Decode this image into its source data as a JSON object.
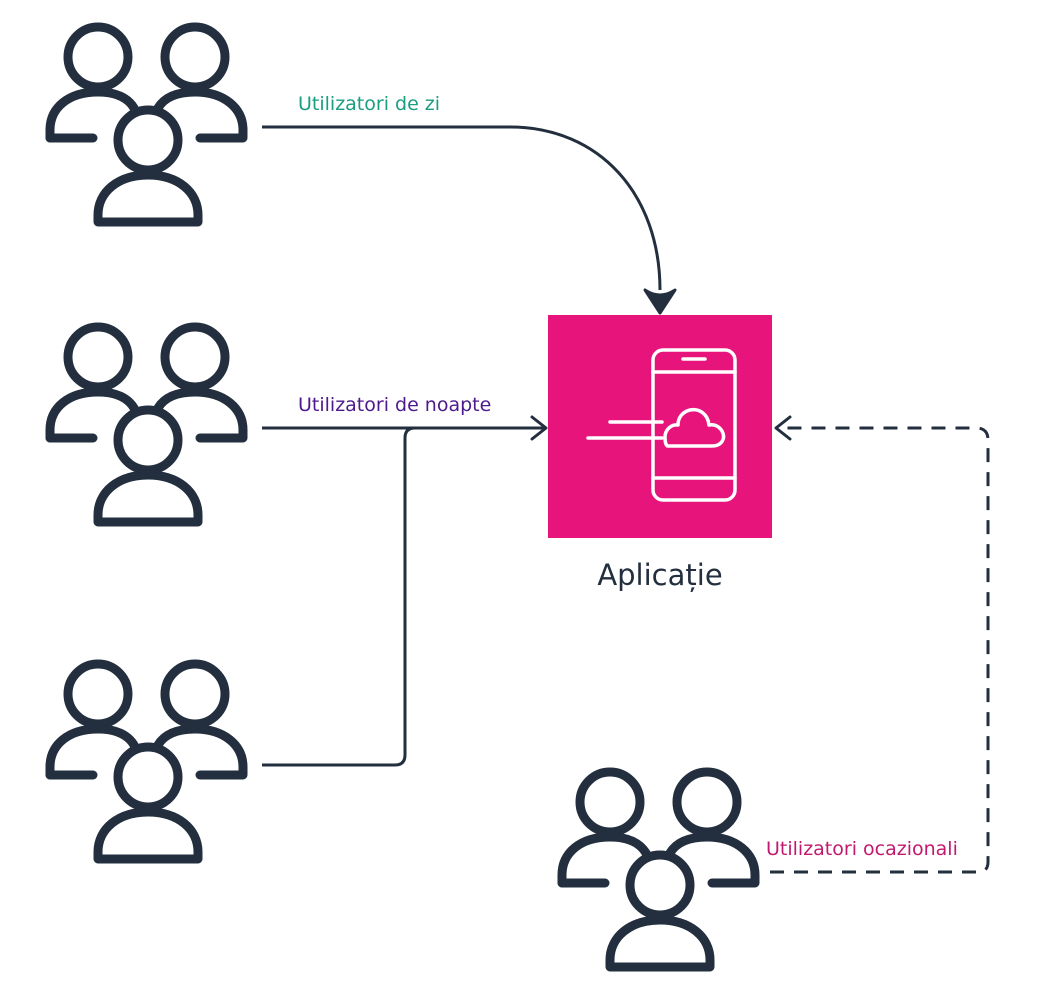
{
  "colors": {
    "icon_stroke": "#232f3e",
    "app_fill": "#e7157b",
    "day_label": "#1a9e80",
    "night_label": "#4d1a8c",
    "occasional_label": "#c2196e"
  },
  "nodes": {
    "app": {
      "label": "Aplicație",
      "icon": "mobile-client-icon"
    },
    "day_users": {
      "icon": "users-icon"
    },
    "night_users": {
      "icon": "users-icon"
    },
    "other_users": {
      "icon": "users-icon"
    },
    "occasional_users": {
      "icon": "users-icon"
    }
  },
  "edges": {
    "day": {
      "label": "Utilizatori de zi",
      "style": "solid-curved"
    },
    "night": {
      "label": "Utilizatori de noapte",
      "style": "solid"
    },
    "other": {
      "label": "",
      "style": "solid-orthogonal"
    },
    "occasional": {
      "label": "Utilizatori ocazionali",
      "style": "dashed"
    }
  }
}
